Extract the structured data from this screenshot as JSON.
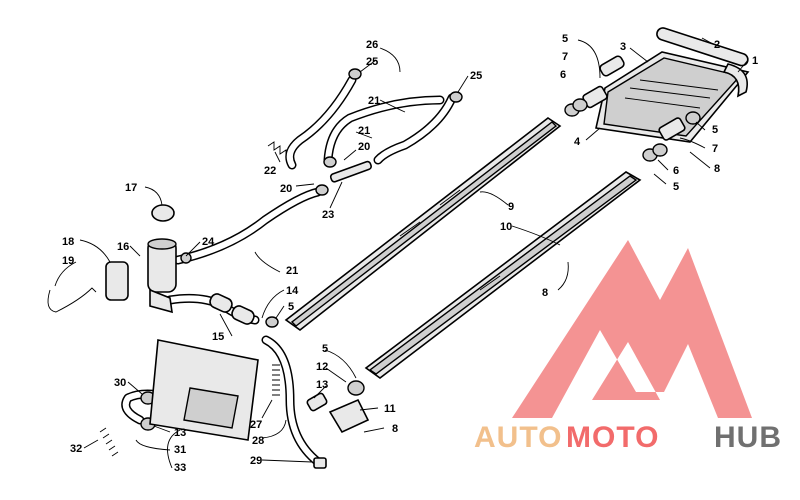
{
  "diagram": {
    "callouts": [
      {
        "id": "c1",
        "label": "1"
      },
      {
        "id": "c2",
        "label": "2"
      },
      {
        "id": "c3",
        "label": "3"
      },
      {
        "id": "c4",
        "label": "4"
      },
      {
        "id": "c5a",
        "label": "5"
      },
      {
        "id": "c7a",
        "label": "7"
      },
      {
        "id": "c6a",
        "label": "6"
      },
      {
        "id": "c5b",
        "label": "5"
      },
      {
        "id": "c7b",
        "label": "7"
      },
      {
        "id": "c6b",
        "label": "6"
      },
      {
        "id": "c8a",
        "label": "8"
      },
      {
        "id": "c5c",
        "label": "5"
      },
      {
        "id": "c9",
        "label": "9"
      },
      {
        "id": "c10",
        "label": "10"
      },
      {
        "id": "c8b",
        "label": "8"
      },
      {
        "id": "c26",
        "label": "26"
      },
      {
        "id": "c25a",
        "label": "25"
      },
      {
        "id": "c25b",
        "label": "25"
      },
      {
        "id": "c21a",
        "label": "21"
      },
      {
        "id": "c21b",
        "label": "21"
      },
      {
        "id": "c20a",
        "label": "20"
      },
      {
        "id": "c20b",
        "label": "20"
      },
      {
        "id": "c22",
        "label": "22"
      },
      {
        "id": "c23",
        "label": "23"
      },
      {
        "id": "c17",
        "label": "17"
      },
      {
        "id": "c24",
        "label": "24"
      },
      {
        "id": "c18",
        "label": "18"
      },
      {
        "id": "c16",
        "label": "16"
      },
      {
        "id": "c19",
        "label": "19"
      },
      {
        "id": "c21c",
        "label": "21"
      },
      {
        "id": "c14",
        "label": "14"
      },
      {
        "id": "c5d",
        "label": "5"
      },
      {
        "id": "c15",
        "label": "15"
      },
      {
        "id": "c5e",
        "label": "5"
      },
      {
        "id": "c12",
        "label": "12"
      },
      {
        "id": "c13a",
        "label": "13"
      },
      {
        "id": "c11",
        "label": "11"
      },
      {
        "id": "c8c",
        "label": "8"
      },
      {
        "id": "c30",
        "label": "30"
      },
      {
        "id": "c13b",
        "label": "13"
      },
      {
        "id": "c31",
        "label": "31"
      },
      {
        "id": "c32",
        "label": "32"
      },
      {
        "id": "c33",
        "label": "33"
      },
      {
        "id": "c27",
        "label": "27"
      },
      {
        "id": "c28",
        "label": "28"
      },
      {
        "id": "c29",
        "label": "29"
      }
    ]
  },
  "watermark": {
    "parts": [
      {
        "text": "AUTO",
        "color": "#f2c08c"
      },
      {
        "text": "MOTO",
        "color": "#f26b6b"
      },
      {
        "text": "HUB",
        "color": "#707070"
      }
    ],
    "logo_color": "#f28080"
  }
}
